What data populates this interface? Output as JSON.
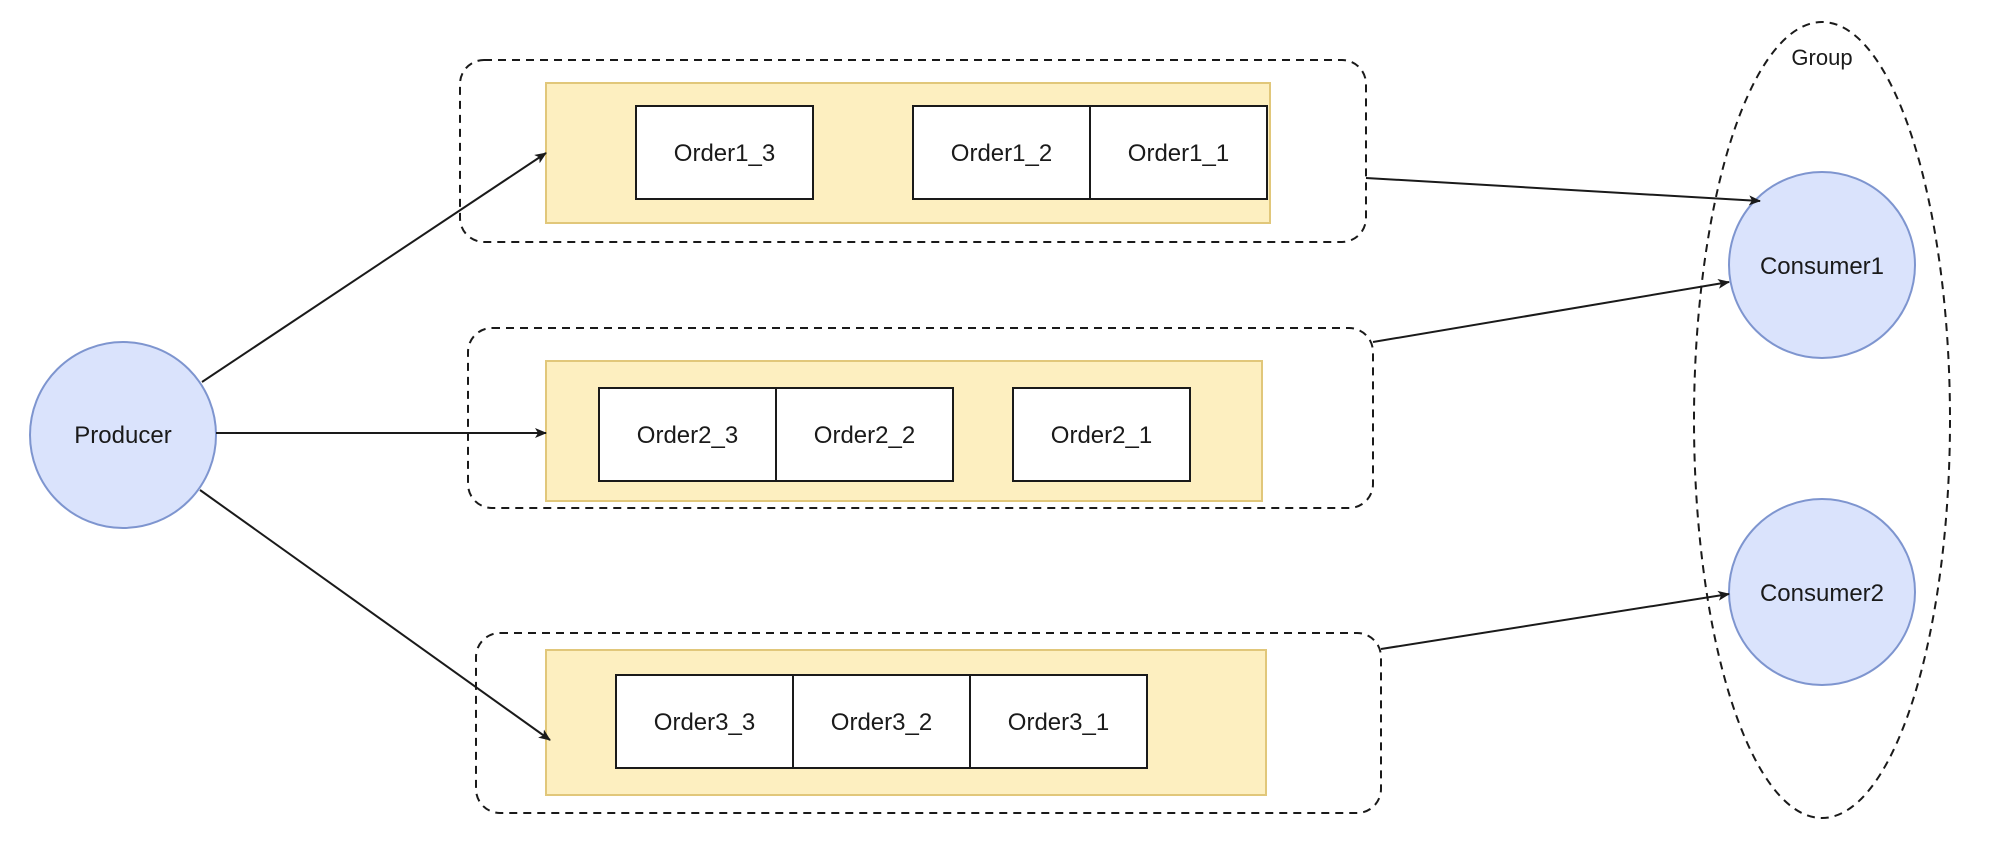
{
  "colors": {
    "node_fill": "#dae3fc",
    "node_stroke": "#7e95cf",
    "queue_fill": "#fdefc0",
    "queue_stroke": "#e1c77a",
    "message_fill": "#ffffff",
    "line": "#1a1a1a"
  },
  "producer": {
    "label": "Producer"
  },
  "queues": [
    {
      "messages": [
        "Order1_3",
        "Order1_2",
        "Order1_1"
      ]
    },
    {
      "messages": [
        "Order2_3",
        "Order2_2",
        "Order2_1"
      ]
    },
    {
      "messages": [
        "Order3_3",
        "Order3_2",
        "Order3_1"
      ]
    }
  ],
  "group": {
    "label": "Group",
    "consumers": [
      {
        "label": "Consumer1"
      },
      {
        "label": "Consumer2"
      }
    ]
  }
}
